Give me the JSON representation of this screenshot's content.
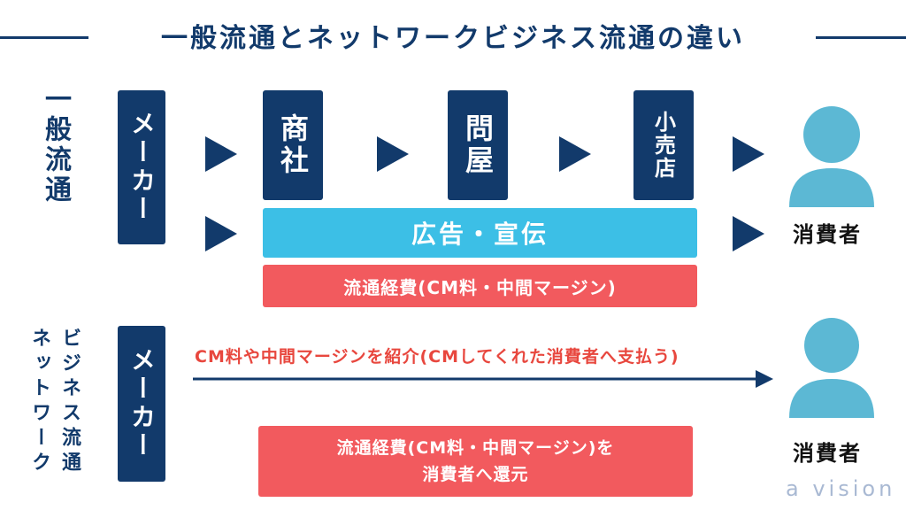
{
  "title": "一般流通とネットワークビジネス流通の違い",
  "general": {
    "label": "一般流通",
    "maker": "メーカー",
    "shosha": "商社",
    "tonya": "問屋",
    "kouriten": "小売店",
    "ad_bar": "広告・宣伝",
    "cost_bar": "流通経費(CM料・中間マージン)",
    "consumer": "消費者"
  },
  "network": {
    "label_col1": "ビジネス流通",
    "label_col2": "ネットワーク",
    "maker": "メーカー",
    "arrow_text": "CM料や中間マージンを紹介(CMしてくれた消費者へ支払う)",
    "cost_box_line1": "流通経費(CM料・中間マージン)を",
    "cost_box_line2": "消費者へ還元",
    "consumer": "消費者"
  },
  "brand": "a vision",
  "colors": {
    "navy": "#123a6b",
    "cyan": "#3cbfe6",
    "red": "#f25a5e",
    "person": "#5cb8d4",
    "arrow_text": "#e8473e"
  }
}
